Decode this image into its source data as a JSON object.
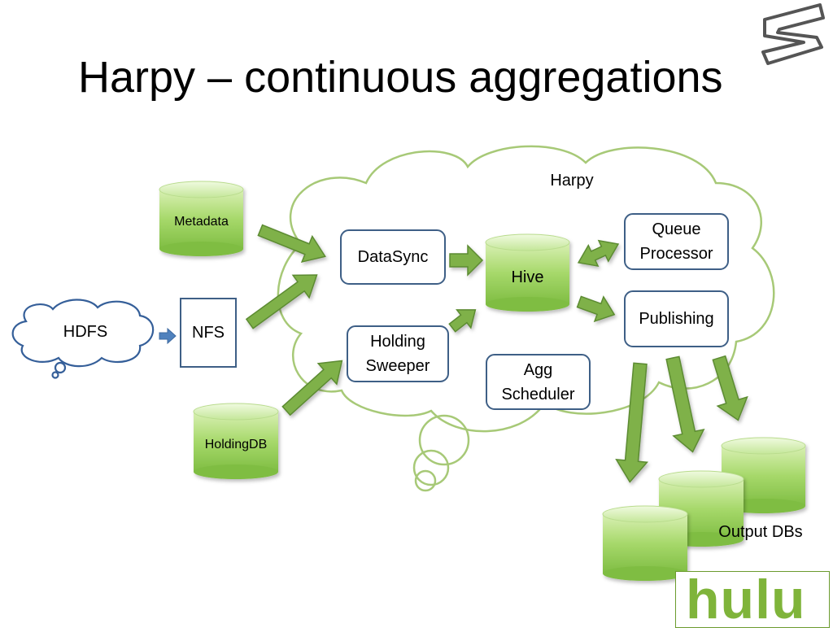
{
  "slide": {
    "title": "Harpy – continuous aggregations"
  },
  "cloud": {
    "label": "Harpy"
  },
  "hdfs": {
    "label": "HDFS"
  },
  "nfs": {
    "label": "NFS"
  },
  "databases": {
    "metadata": "Metadata",
    "holdingdb": "HoldingDB",
    "hive": "Hive",
    "output_label": "Output DBs"
  },
  "components": {
    "datasync": "DataSync",
    "holding_sweeper": [
      "Holding",
      "Sweeper"
    ],
    "queue_processor": [
      "Queue",
      "Processor"
    ],
    "publishing": "Publishing",
    "agg_scheduler": [
      "Agg",
      "Scheduler"
    ]
  },
  "logo": {
    "text": "hulu"
  },
  "colors": {
    "cylinder_green": "#9ed25f",
    "arrow_green": "#7fb14a",
    "cloud_outline": "#a7c977",
    "box_border": "#3e5f86",
    "hdfs_outline": "#355f99"
  }
}
